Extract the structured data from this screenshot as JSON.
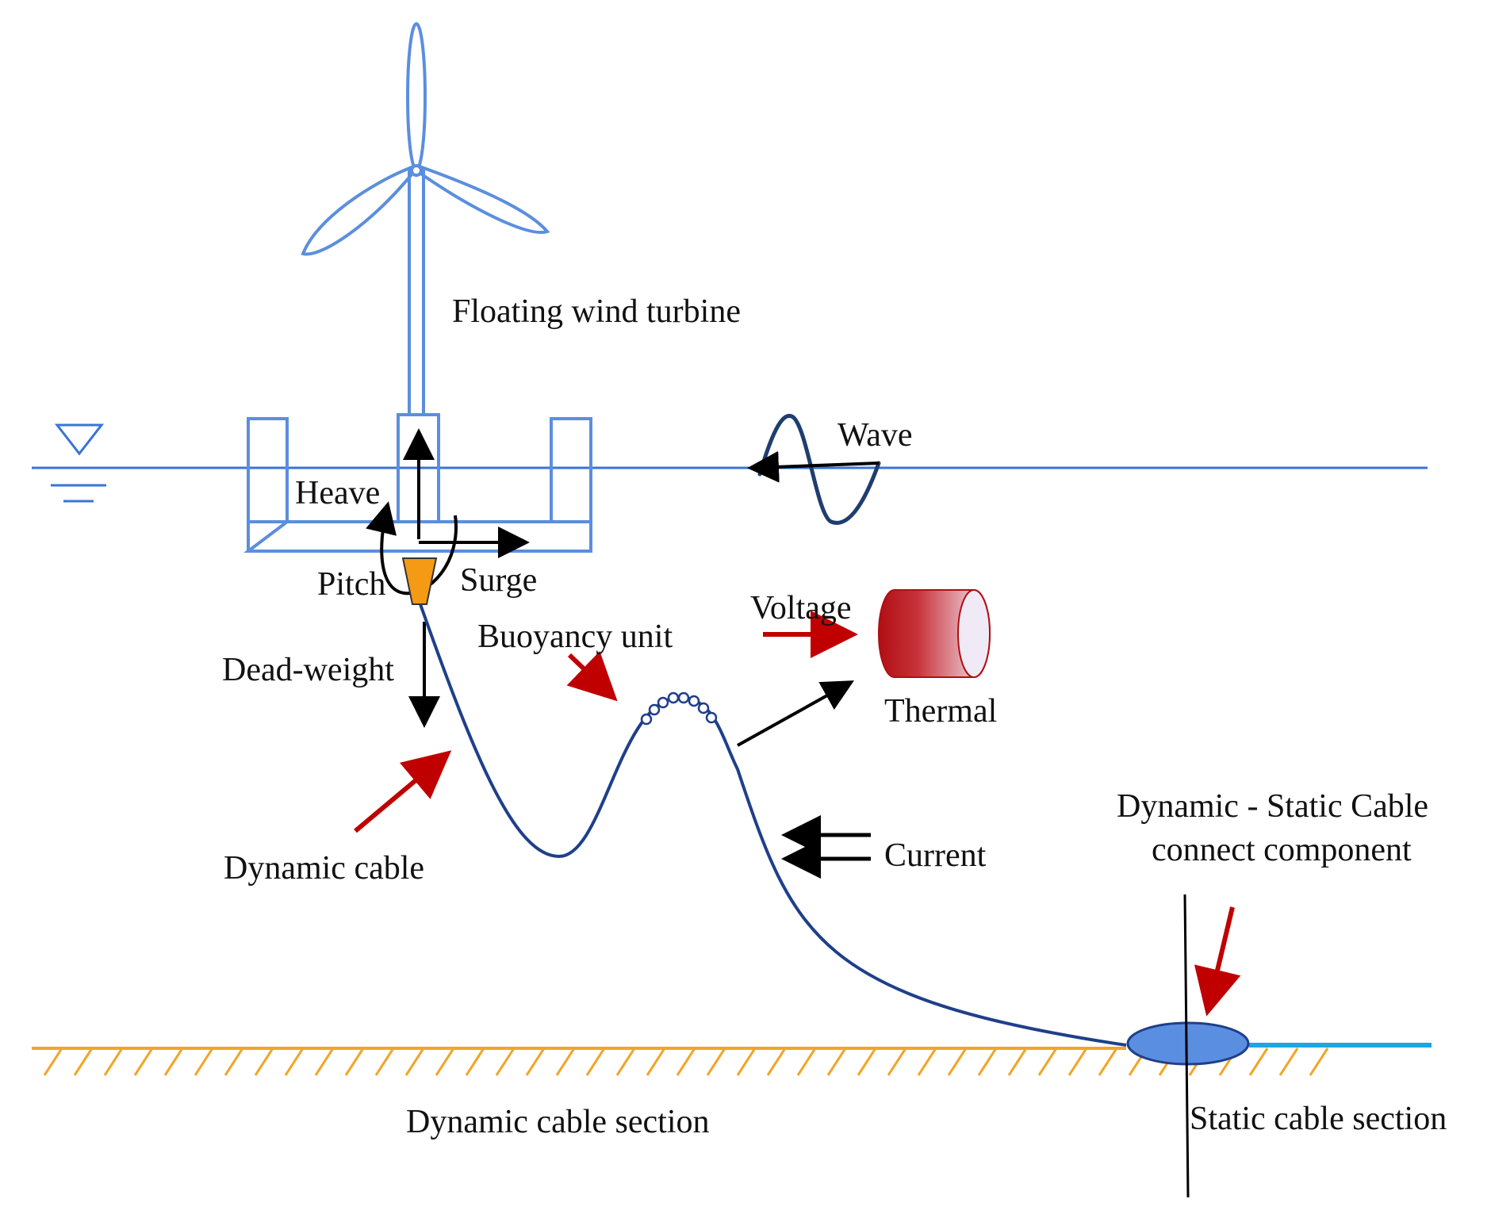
{
  "labels": {
    "turbine": "Floating wind turbine",
    "wave": "Wave",
    "heave": "Heave",
    "pitch": "Pitch",
    "surge": "Surge",
    "dead_weight": "Dead-weight",
    "buoyancy": "Buoyancy unit",
    "voltage": "Voltage",
    "thermal": "Thermal",
    "dynamic_cable": "Dynamic cable",
    "current": "Current",
    "connect_line1": "Dynamic  - Static Cable",
    "connect_line2": "connect component",
    "dynamic_section": "Dynamic cable section",
    "static_section": "Static cable section"
  },
  "colors": {
    "structure_blue": "#5b8ede",
    "water_line": "#3a74d6",
    "cable_navy": "#1f3f8a",
    "seabed_orange": "#f3a526",
    "static_cable": "#1ba6e6",
    "connector_fill": "#5a8ee0",
    "arrow_red": "#c00000",
    "arrow_black": "#000000",
    "bend_stiffener": "#f59a14",
    "cylinder_dark": "#b00f14"
  }
}
